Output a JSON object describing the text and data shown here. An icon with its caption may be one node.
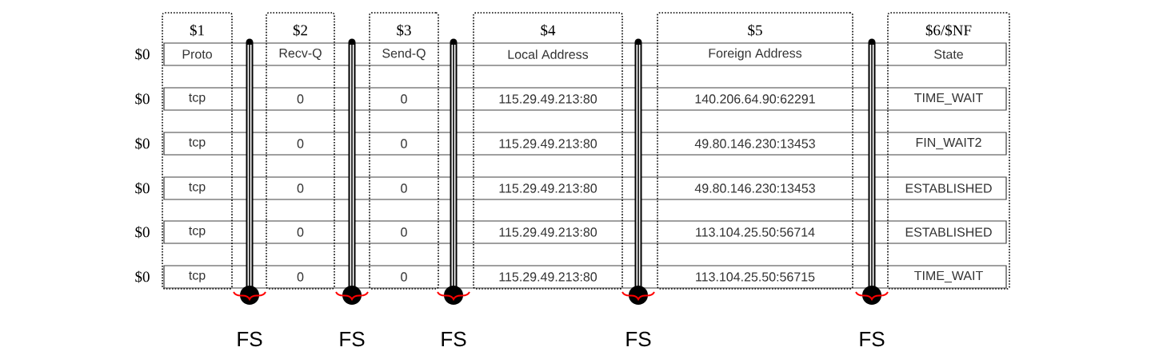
{
  "diagram": {
    "nodes": [
      {
        "text": [
          "$1"
        ]
      },
      {
        "text": [
          "$2"
        ]
      },
      {
        "text": [
          "$3"
        ]
      },
      {
        "text": [
          "$4"
        ]
      },
      {
        "text": [
          "$5"
        ]
      },
      {
        "text": [
          "$6/$NF"
        ]
      }
    ],
    "labels": [
      "$0",
      "Proto",
      "Recv-Q",
      "Send-Q",
      "Local Address",
      "Foreign Address",
      "State",
      "$0",
      "tcp",
      "0",
      "0",
      "115.29.49.213:80",
      "140.206.64.90:62291",
      "TIME_WAIT",
      "$0",
      "tcp",
      "0",
      "0",
      "115.29.49.213:80",
      "49.80.146.230:13453",
      "FIN_WAIT2",
      "$0",
      "tcp",
      "0",
      "0",
      "115.29.49.213:80",
      "49.80.146.230:13453",
      "ESTABLISHED",
      "$0",
      "tcp",
      "0",
      "0",
      "115.29.49.213:80",
      "113.104.25.50:56714",
      "ESTABLISHED",
      "$0",
      "tcp",
      "0",
      "0",
      "115.29.49.213:80",
      "113.104.25.50:56715",
      "TIME_WAIT",
      "FS",
      "FS",
      "FS",
      "FS",
      "FS"
    ]
  }
}
